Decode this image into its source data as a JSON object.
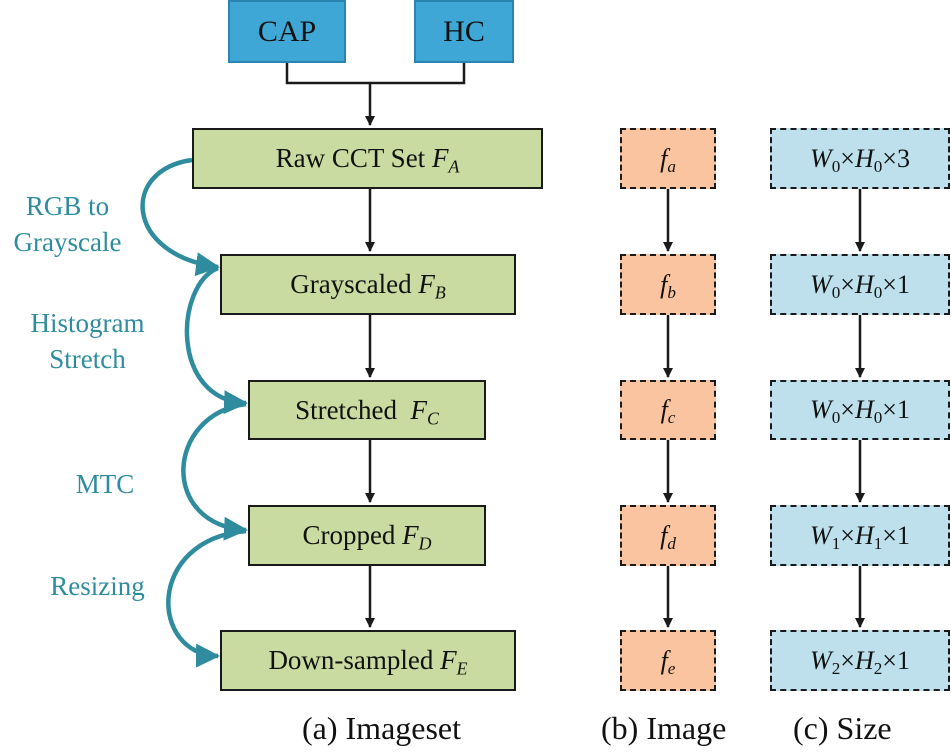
{
  "sources": [
    "CAP",
    "HC"
  ],
  "imageset": [
    {
      "text": "Raw CCT Set ",
      "var": "F",
      "sub": "A"
    },
    {
      "text": "Grayscaled ",
      "var": "F",
      "sub": "B"
    },
    {
      "text": "Stretched  ",
      "var": "F",
      "sub": "C"
    },
    {
      "text": "Cropped ",
      "var": "F",
      "sub": "D"
    },
    {
      "text": "Down-sampled ",
      "var": "F",
      "sub": "E"
    }
  ],
  "images": [
    {
      "var": "f",
      "sub": "a"
    },
    {
      "var": "f",
      "sub": "b"
    },
    {
      "var": "f",
      "sub": "c"
    },
    {
      "var": "f",
      "sub": "d"
    },
    {
      "var": "f",
      "sub": "e"
    }
  ],
  "sizes": [
    {
      "w": "W",
      "ws": "0",
      "h": "H",
      "hs": "0",
      "c": "3"
    },
    {
      "w": "W",
      "ws": "0",
      "h": "H",
      "hs": "0",
      "c": "1"
    },
    {
      "w": "W",
      "ws": "0",
      "h": "H",
      "hs": "0",
      "c": "1"
    },
    {
      "w": "W",
      "ws": "1",
      "h": "H",
      "hs": "1",
      "c": "1"
    },
    {
      "w": "W",
      "ws": "2",
      "h": "H",
      "hs": "2",
      "c": "1"
    }
  ],
  "times": "×",
  "steps": [
    {
      "line1": "RGB to",
      "line2": "Grayscale"
    },
    {
      "line1": "Histogram",
      "line2": "Stretch"
    },
    {
      "line1": "MTC",
      "line2": ""
    },
    {
      "line1": "Resizing",
      "line2": ""
    }
  ],
  "captions": {
    "imageset": "(a) Imageset",
    "image": "(b) Image",
    "size": "(c) Size"
  },
  "colors": {
    "source_fill": "#3fa7d6",
    "process_fill": "#c9dba0",
    "image_fill": "#f9c49f",
    "size_fill": "#bde0ec",
    "step_label": "#2e8c9e"
  }
}
